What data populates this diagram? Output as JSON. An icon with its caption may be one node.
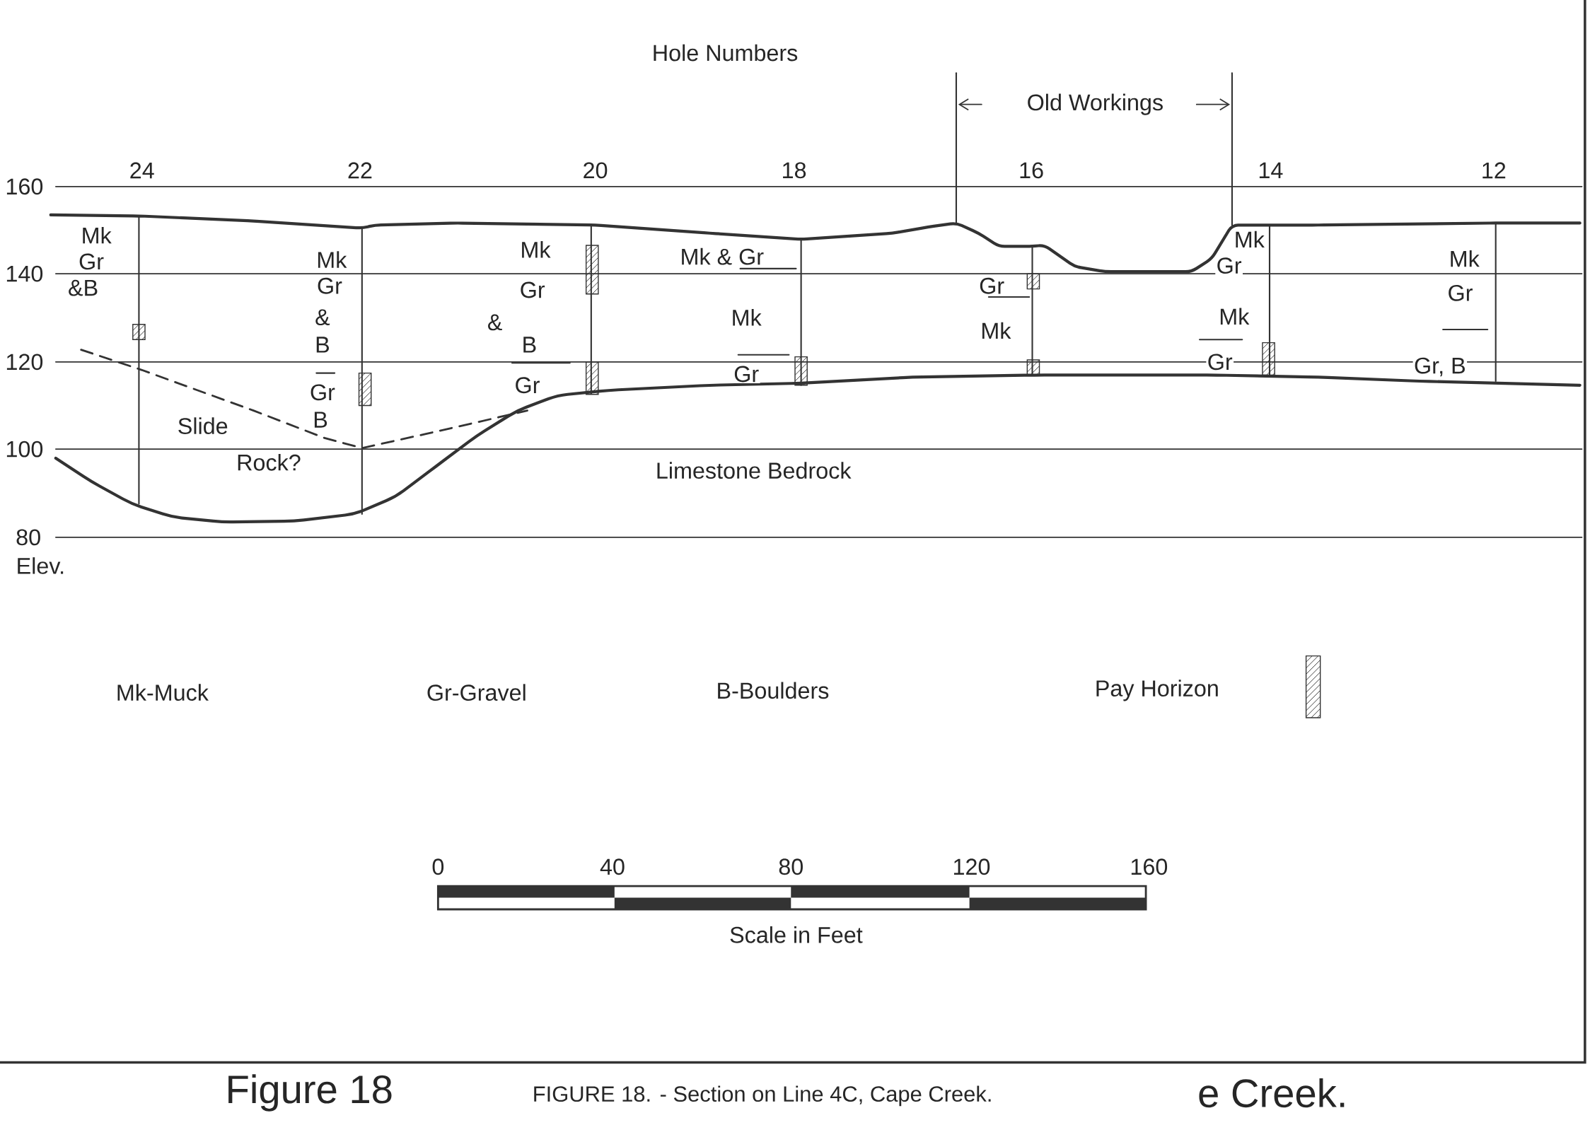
{
  "diagram": {
    "caption": "FIGURE 18. - Section on Line 4C, Cape Creek.",
    "labels": [
      "Hole Numbers",
      "Old Workings",
      "24",
      "22",
      "20",
      "18",
      "16",
      "14",
      "12",
      "160",
      "Mk",
      "Mk",
      "Gr",
      "Mk",
      "Mk",
      "Mk & Gr",
      "Gr",
      "Mk",
      "140",
      "&B",
      "Gr",
      "Gr",
      "Gr",
      "Gr",
      "&",
      "&",
      "Mk",
      "Mk",
      "Mk",
      "B",
      "B",
      "120",
      "Gr",
      "Gr",
      "Gr, B",
      "Gr",
      "Gr",
      "Slide",
      "B",
      "100",
      "Rock?",
      "Limestone Bedrock",
      "80",
      "Elev.",
      "Mk-Muck",
      "Gr-Gravel",
      "B-Boulders",
      "0",
      "40",
      "80",
      "120",
      "160",
      "Scale in Feet",
      "Figure 18",
      "e Creek."
    ],
    "legend": [
      {
        "text": "Pay Horizon"
      }
    ]
  }
}
